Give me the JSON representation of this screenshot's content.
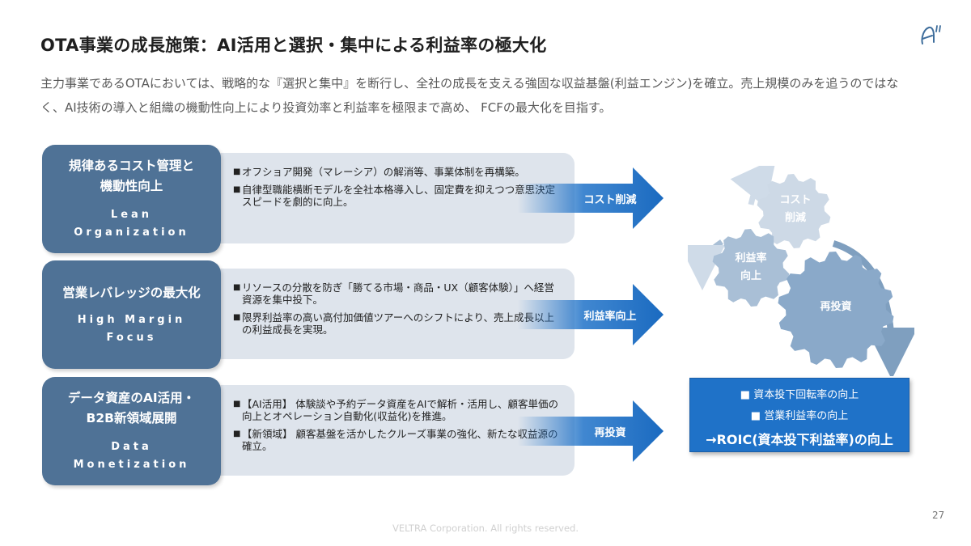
{
  "title": "OTA事業の成長施策：AI活用と選択・集中による利益率の極大化",
  "intro": "主力事業であるOTAにおいては、戦略的な『選択と集中』を断行し、全社の成長を支える強固な収益基盤(利益エンジン)を確立。売上規模のみを追うのではなく、AI技術の導入と組織の機動性向上により投資効率と利益率を極限まで高め、 FCFの最大化を目指す。",
  "colors": {
    "label_bg": "#4f7296",
    "detail_bg": "#dee4ec",
    "arrow": "#1f72c8",
    "result_bg": "#1f72c8",
    "gear": "#8aa9c9"
  },
  "rows": [
    {
      "label_jp_1": "規律あるコスト管理と",
      "label_jp_2": "機動性向上",
      "label_en_1": "Lean",
      "label_en_2": "Organization",
      "bullets": [
        "オフショア開発（マレーシア）の解消等、事業体制を再構築。",
        "自律型職能横断モデルを全社本格導入し、固定費を抑えつつ意思決定スピードを劇的に向上。"
      ],
      "arrow": "コスト削減"
    },
    {
      "label_jp_1": "営業レバレッジの最大化",
      "label_jp_2": "",
      "label_en_1": "High Margin",
      "label_en_2": "Focus",
      "bullets": [
        "リソースの分散を防ぎ「勝てる市場・商品・UX（顧客体験）」へ経営資源を集中投下。",
        "限界利益率の高い高付加価値ツアーへのシフトにより、売上成長以上の利益成長を実現。"
      ],
      "arrow": "利益率向上"
    },
    {
      "label_jp_1": "データ資産のAI活用・",
      "label_jp_2": "B2B新領域展開",
      "label_en_1": "Data",
      "label_en_2": "Monetization",
      "bullets": [
        "【AI活用】 体験談や予約データ資産をAIで解析・活用し、顧客単価の向上とオペレーション自動化(収益化)を推進。",
        "【新領域】 顧客基盤を活かしたクルーズ事業の強化、新たな収益源の確立。"
      ],
      "arrow": "再投資"
    }
  ],
  "bullet_mark": "■",
  "gears": {
    "g1_1": "コスト",
    "g1_2": "削減",
    "g2_1": "利益率",
    "g2_2": "向上",
    "g3": "再投資"
  },
  "result": {
    "line1": "■ 資本投下回転率の向上",
    "line2": "■ 営業利益率の向上",
    "main": "→ROIC(資本投下利益率)の向上"
  },
  "footer": "VELTRA Corporation. All rights reserved.",
  "page_number": "27"
}
